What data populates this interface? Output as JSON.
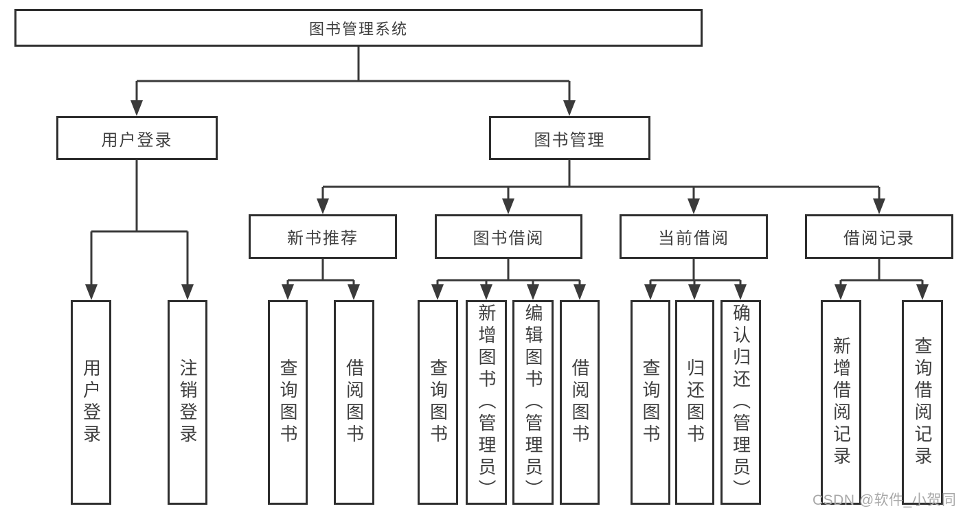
{
  "diagram": {
    "root": {
      "label": "图书管理系统"
    },
    "user_login": {
      "label": "用户登录",
      "children": [
        {
          "label": "用户登录"
        },
        {
          "label": "注销登录"
        }
      ]
    },
    "book_management": {
      "label": "图书管理",
      "children": [
        {
          "label": "新书推荐",
          "children": [
            {
              "label": "查询图书"
            },
            {
              "label": "借阅图书"
            }
          ]
        },
        {
          "label": "图书借阅",
          "children": [
            {
              "label": "查询图书"
            },
            {
              "label": "新增图书（管理员）"
            },
            {
              "label": "编辑图书（管理员）"
            },
            {
              "label": "借阅图书"
            }
          ]
        },
        {
          "label": "当前借阅",
          "children": [
            {
              "label": "查询图书"
            },
            {
              "label": "归还图书"
            },
            {
              "label": "确认归还（管理员）"
            }
          ]
        },
        {
          "label": "借阅记录",
          "children": [
            {
              "label": "新增借阅记录"
            },
            {
              "label": "查询借阅记录"
            }
          ]
        }
      ]
    }
  },
  "watermark": "CSDN @软件_小贺同学",
  "colors": {
    "line": "#3a3a3a",
    "border": "#2e2e2e",
    "text": "#3f3f3f",
    "watermark": "#a8a8a8",
    "background": "#ffffff"
  }
}
